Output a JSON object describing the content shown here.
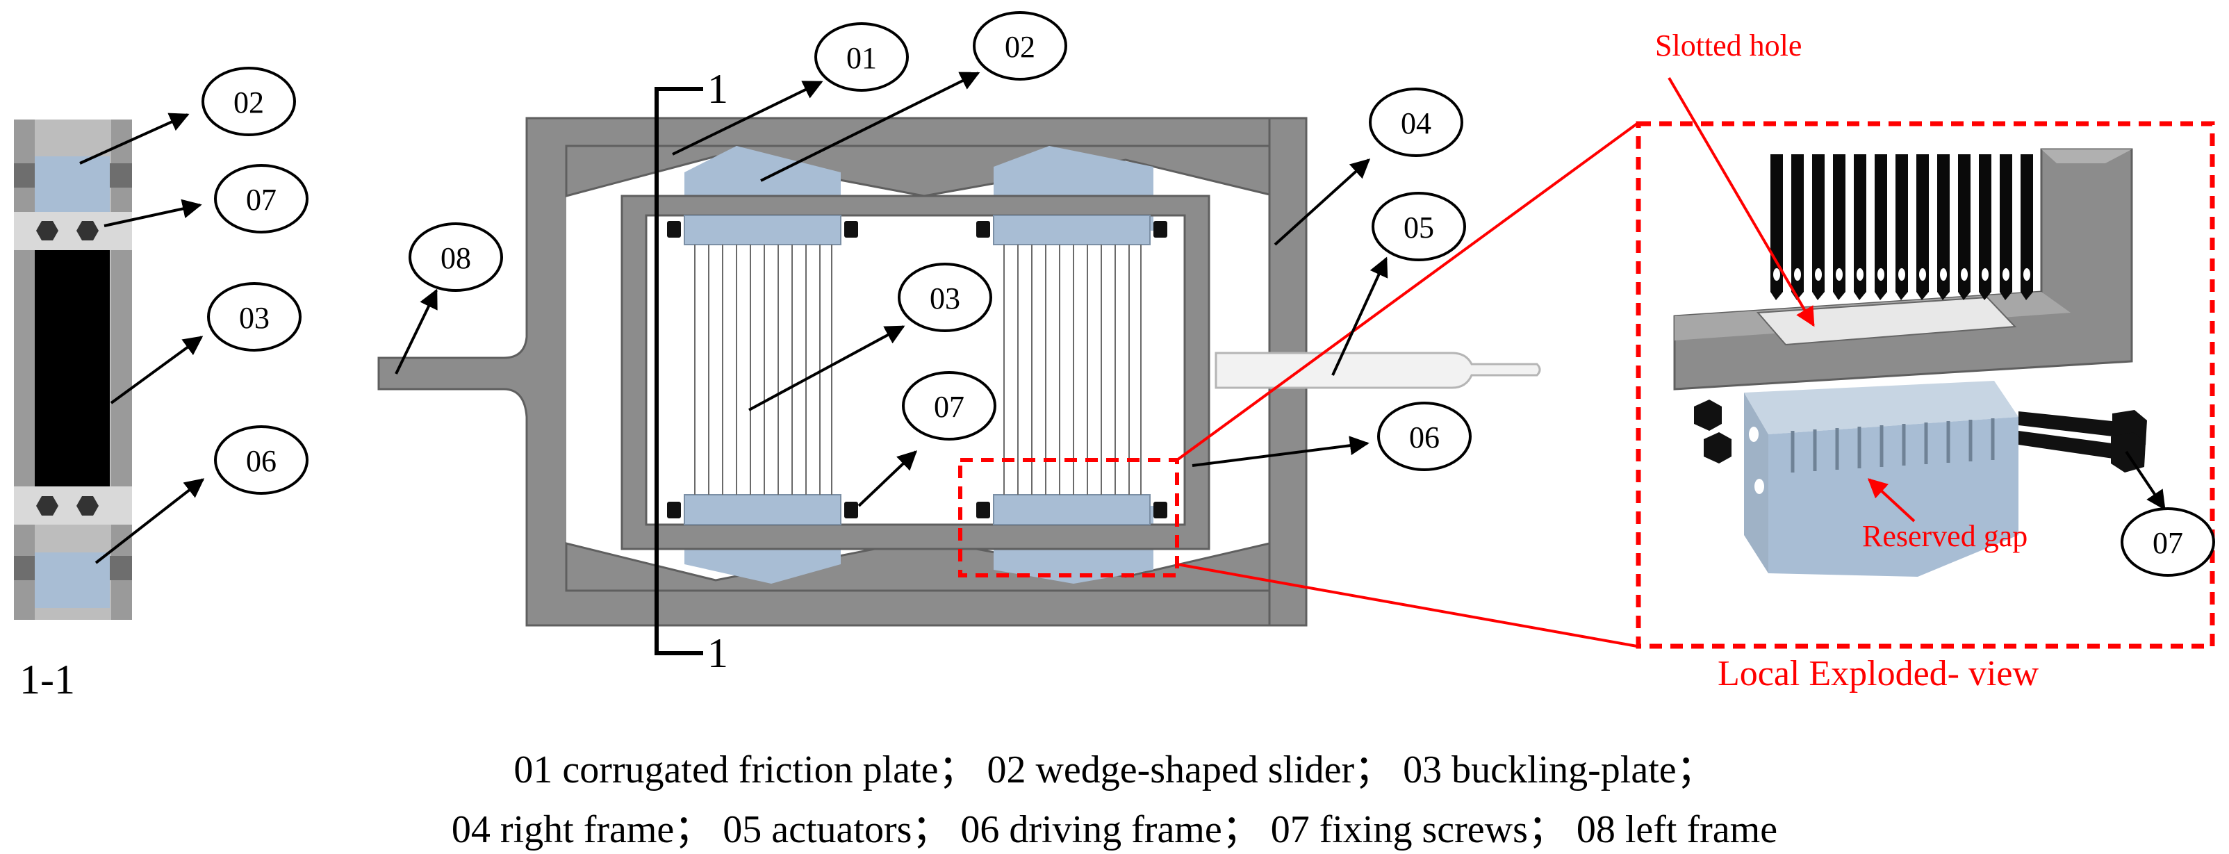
{
  "callouts": {
    "c01": "01",
    "c02": "02",
    "c03": "03",
    "c04": "04",
    "c05": "05",
    "c06": "06",
    "c07": "07",
    "c08": "08"
  },
  "section": {
    "mark_top": "1",
    "mark_bottom": "1",
    "label": "1-1"
  },
  "exploded": {
    "slotted_hole": "Slotted  hole",
    "reserved_gap": "Reserved gap",
    "title": "Local Exploded- view"
  },
  "legend": {
    "line1": "01 corrugated friction plate；  02 wedge-shaped slider；  03 buckling-plate；",
    "line2": "04 right frame；  05 actuators；  06 driving frame；  07 fixing screws；  08 left frame"
  },
  "colors": {
    "frame": "#8c8c8c",
    "frame_dark": "#6e6e6e",
    "slider": "#a8bdd4",
    "black": "#000000",
    "annotation_red": "#ff0000"
  }
}
